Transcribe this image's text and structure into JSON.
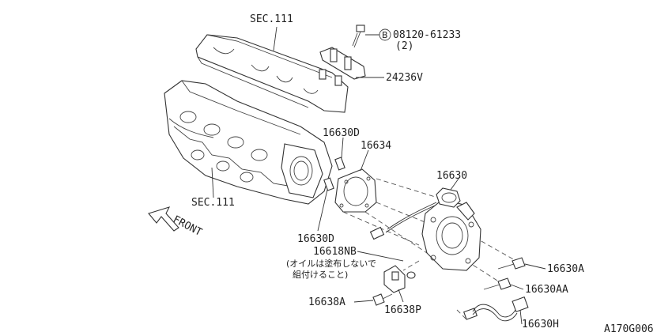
{
  "labels": {
    "sec111_top": "SEC.111",
    "sec111_left": "SEC.111",
    "bolt_code": "08120-61233",
    "bolt_qty": "(2)",
    "bolt_mark": "B",
    "p24236v": "24236V",
    "p16630d_top": "16630D",
    "p16634": "16634",
    "p16630": "16630",
    "p16630d_bottom": "16630D",
    "p16618nb": "16618NB",
    "note_line1": "(オイルは塗布しないで",
    "note_line2": "組付けること)",
    "p16630a": "16630A",
    "p16630aa": "16630AA",
    "p16638a": "16638A",
    "p16638p": "16638P",
    "p16630h": "16630H",
    "front": "FRONT",
    "figure_code": "A170G006"
  },
  "colors": {
    "line": "#333333",
    "text": "#222222",
    "background": "#ffffff"
  }
}
